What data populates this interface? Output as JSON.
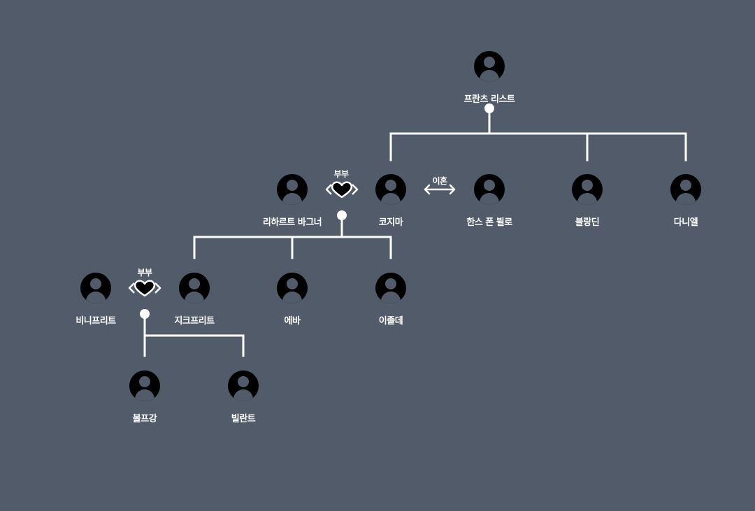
{
  "people": {
    "franz": "프란츠 리스트",
    "richard": "리하르트 바그너",
    "cosima": "코지마",
    "hans": "한스 폰 뷜로",
    "blandine": "블랑딘",
    "daniel": "다니엘",
    "winifred": "비니프리트",
    "siegfried": "지크프리트",
    "eva": "에바",
    "isolde": "이졸데",
    "wolfgang": "볼프강",
    "wieland": "빌란트"
  },
  "relations": {
    "couple_label": "부부",
    "divorce_label": "이혼"
  },
  "icons": {
    "person": "person-icon",
    "couple": "heart-icon",
    "divorce": "double-arrow-icon"
  },
  "colors": {
    "background": "#525b69",
    "line": "#ffffff",
    "avatar": "#000000"
  }
}
